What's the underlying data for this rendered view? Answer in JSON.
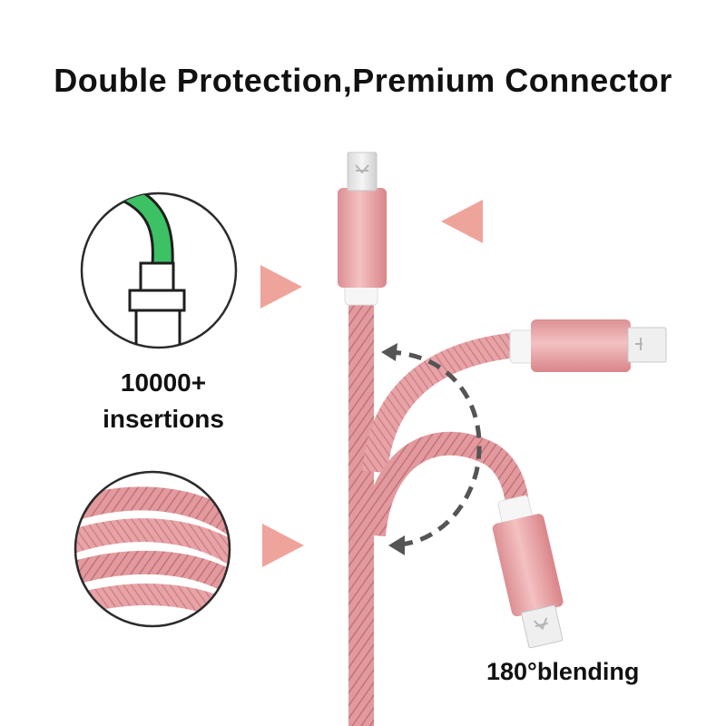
{
  "title": "Double Protection,Premium Connector",
  "features": {
    "insertions_line1": "10000+",
    "insertions_line2": "insertions",
    "bending": "180°blending"
  },
  "colors": {
    "rose_gold": "#e9a3a5",
    "cable_pink": "#d98a8e",
    "arrow_fill": "#efa49b",
    "dash_arrow": "#555555",
    "green_wire": "#3cc264"
  }
}
